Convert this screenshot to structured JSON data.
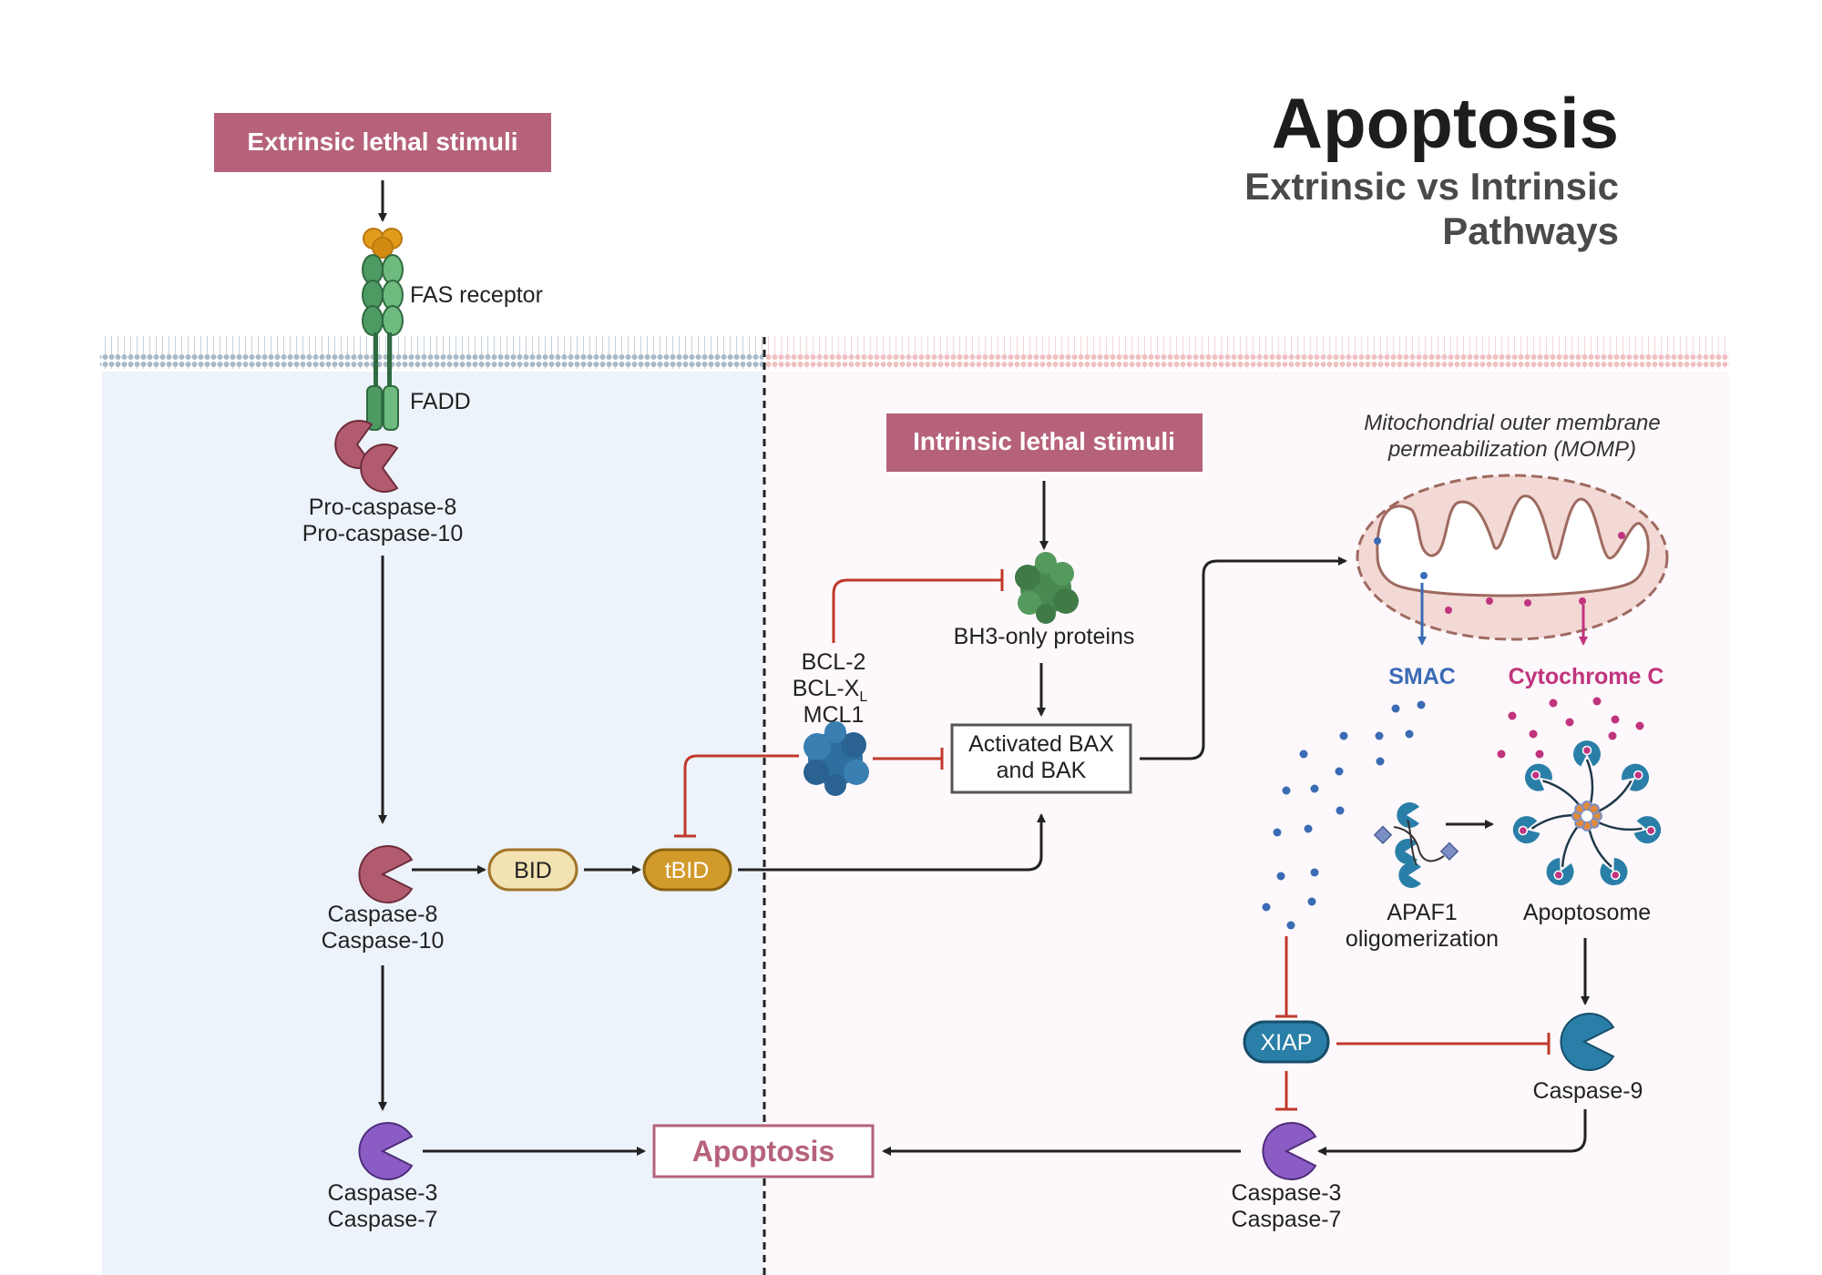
{
  "title": "Apoptosis",
  "subtitle_line1": "Extrinsic vs Intrinsic",
  "subtitle_line2": "Pathways",
  "extrinsic": {
    "stimuli_label": "Extrinsic lethal stimuli",
    "fas_label": "FAS receptor",
    "fadd_label": "FADD",
    "procaspase_line1": "Pro-caspase-8",
    "procaspase_line2": "Pro-caspase-10",
    "caspase8_line1": "Caspase-8",
    "caspase8_line2": "Caspase-10",
    "bid_label": "BID",
    "tbid_label": "tBID",
    "caspase3_line1": "Caspase-3",
    "caspase3_line2": "Caspase-7",
    "apoptosis_label": "Apoptosis"
  },
  "intrinsic": {
    "stimuli_label": "Intrinsic lethal stimuli",
    "bh3_label": "BH3-only proteins",
    "bcl2_line1": "BCL-2",
    "bcl2_line2": "BCL-X",
    "bcl2_line2_sub": "L",
    "bcl2_line3": "MCL1",
    "bax_line1": "Activated BAX",
    "bax_line2": "and BAK",
    "momp_line1": "Mitochondrial outer membrane",
    "momp_line2": "permeabilization (MOMP)",
    "smac_label": "SMAC",
    "cytc_label": "Cytochrome C",
    "apaf1_line1": "APAF1",
    "apaf1_line2": "oligomerization",
    "apoptosome_label": "Apoptosome",
    "xiap_label": "XIAP",
    "caspase9_label": "Caspase-9",
    "caspase3_line1": "Caspase-3",
    "caspase3_line2": "Caspase-7"
  },
  "colors": {
    "stimuli_box": "#b5627a",
    "extrinsic_bg": "#edf3fb",
    "intrinsic_bg": "#fdf8fb",
    "caspase8": "#b25a6e",
    "caspase3": "#8a5cc4",
    "caspase9": "#2a7fa8",
    "bid_fill": "#f4e3b2",
    "tbid_fill": "#d29a2a",
    "inhibit": "#c0392b",
    "smac": "#3a6bb5",
    "cytc": "#c0347e",
    "mito_fill": "#f3d9d5",
    "mito_stroke": "#9e6a60"
  }
}
